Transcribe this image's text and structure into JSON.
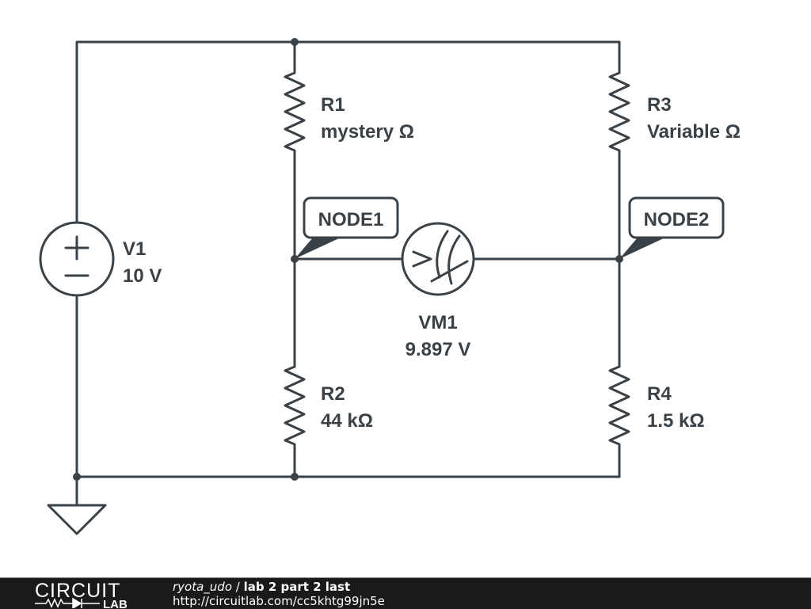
{
  "components": {
    "V1": {
      "name": "V1",
      "value": "10 V"
    },
    "R1": {
      "name": "R1",
      "value": "mystery Ω"
    },
    "R2": {
      "name": "R2",
      "value": "44 kΩ"
    },
    "R3": {
      "name": "R3",
      "value": "Variable Ω"
    },
    "R4": {
      "name": "R4",
      "value": "1.5 kΩ"
    },
    "VM1": {
      "name": "VM1",
      "value": "9.897 V"
    }
  },
  "nodes": {
    "node1": "NODE1",
    "node2": "NODE2"
  },
  "footer": {
    "logo_top": "CIRCUIT",
    "logo_bottom": "LAB",
    "author": "ryota_udo",
    "separator": " / ",
    "title": "lab 2 part 2 last",
    "url": "http://circuitlab.com/cc5khtg99jn5e"
  }
}
